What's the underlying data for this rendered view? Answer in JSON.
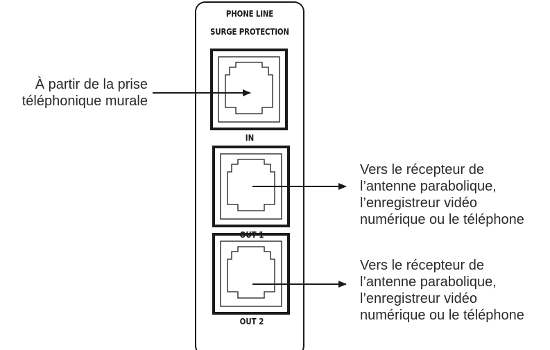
{
  "panel": {
    "title_line1": "PHONE LINE",
    "title_line2": "SURGE PROTECTION"
  },
  "jacks": [
    {
      "label": "IN"
    },
    {
      "label": "OUT 1"
    },
    {
      "label": "OUT 2"
    }
  ],
  "callouts": {
    "input": {
      "line1": "À partir de la prise",
      "line2": "téléphonique murale"
    },
    "output1": {
      "line1": "Vers le récepteur de",
      "line2": "l’antenne parabolique,",
      "line3": "l’enregistreur vidéo",
      "line4": "numérique ou le téléphone"
    },
    "output2": {
      "line1": "Vers le récepteur de",
      "line2": "l’antenne parabolique,",
      "line3": "l’enregistreur vidéo",
      "line4": "numérique ou le téléphone"
    }
  },
  "colors": {
    "ink": "#1a1a1a",
    "text": "#2a2a2a",
    "background": "#ffffff"
  }
}
